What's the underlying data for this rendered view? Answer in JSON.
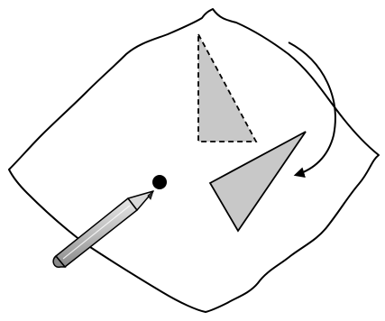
{
  "figure": {
    "kind": "rotation-illustration",
    "text_labels": [],
    "colors": {
      "background": "#ffffff",
      "outline": "#000000",
      "shape_fill": "#c8c8c8",
      "pencil_body": "#bdbdbd",
      "pencil_tip": "#d9d9d9",
      "pivot_point": "#000000"
    },
    "elements": {
      "sheet": "paper-sheet",
      "original_shape": "dashed-triangle",
      "rotated_shape": "solid-triangle",
      "rotation_direction": "clockwise",
      "pivot": "pivot-dot",
      "tool": "pencil"
    }
  }
}
